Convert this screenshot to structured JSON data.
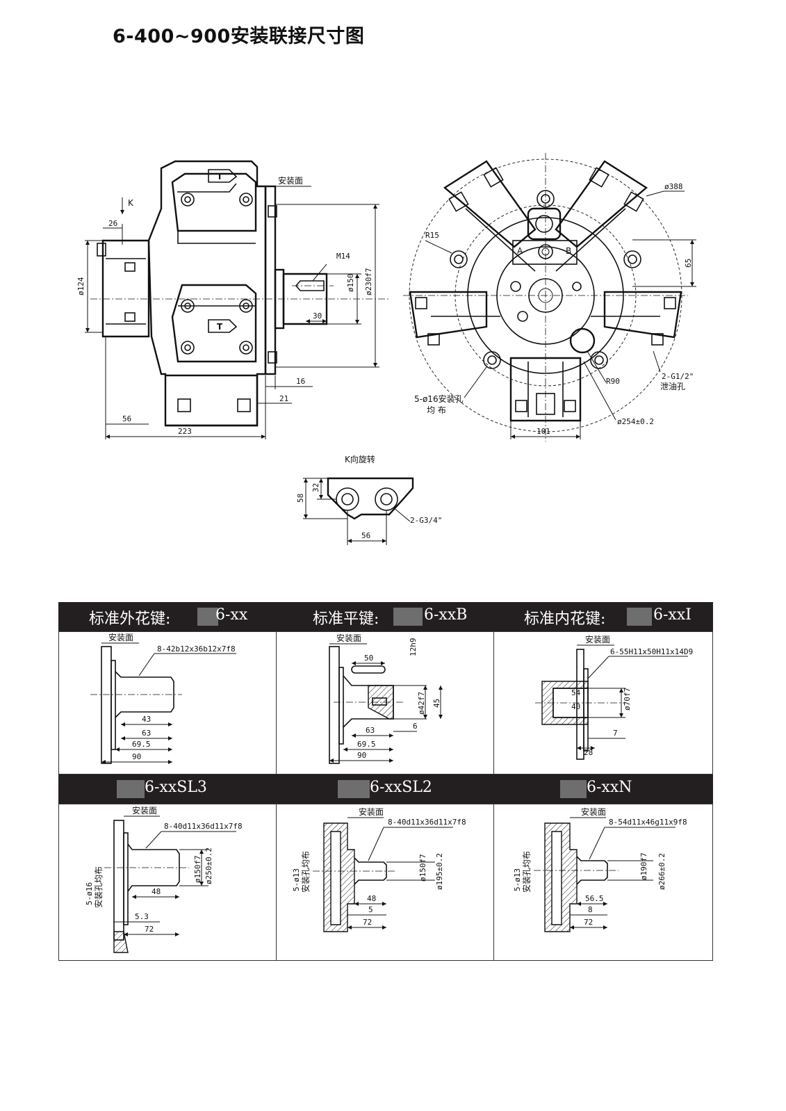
{
  "title": "6-400~900安装联接尺寸图",
  "side_view": {
    "view_arrow": "K",
    "mount_face": "安装面",
    "dims": {
      "d26": "26",
      "d124": "ø124",
      "m14": "M14",
      "d150": "ø150",
      "d230f7": "ø230f7",
      "d30": "30",
      "d16": "16",
      "d21": "21",
      "d56": "56",
      "d223": "223"
    }
  },
  "front_view": {
    "port_a": "A",
    "port_b": "B",
    "dims": {
      "d388": "ø388",
      "r15": "R15",
      "d65": "65",
      "r90": "R90",
      "drain": "2-G1/2\"",
      "drain_label": "泄油孔",
      "holes": "5-ø16安装孔",
      "holes_sub": "均  布",
      "d254": "ø254±0.2",
      "d101": "101"
    }
  },
  "k_view": {
    "title": "K向旋转",
    "dims": {
      "d58": "58",
      "d32": "32",
      "port": "2-G3/4\"",
      "d56": "56"
    }
  },
  "table": {
    "headers": [
      {
        "label": "标准外花键:",
        "code": "6-xx"
      },
      {
        "label": "标准平键:",
        "code": "6-xxB"
      },
      {
        "label": "标准内花键:",
        "code": "6-xxI"
      },
      {
        "label": "",
        "code": "6-xxSL3"
      },
      {
        "label": "",
        "code": "6-xxSL2"
      },
      {
        "label": "",
        "code": "6-xxN"
      }
    ],
    "cells": [
      {
        "mount": "安装面",
        "spec": "8-42b12x36b12x7f8",
        "dims": [
          "43",
          "63",
          "69.5",
          "90"
        ]
      },
      {
        "mount": "安装面",
        "spec": "12h9",
        "dims": [
          "50",
          "ø42f7",
          "45",
          "63",
          "6",
          "69.5",
          "90"
        ]
      },
      {
        "mount": "安装面",
        "spec": "6-55H11x50H11x14D9",
        "dims": [
          "54",
          "40",
          "ø70f7",
          "7",
          "28"
        ]
      },
      {
        "mount": "安装面",
        "spec": "8-40d11x36d11x7f8",
        "dims": [
          "5-ø16",
          "安装孔均布",
          "ø150f7",
          "ø250±0.2",
          "48",
          "5.3",
          "72"
        ]
      },
      {
        "mount": "安装面",
        "spec": "8-40d11x36d11x7f8",
        "dims": [
          "5-ø13",
          "安装孔均布",
          "ø150f7",
          "ø195±0.2",
          "48",
          "5",
          "72"
        ]
      },
      {
        "mount": "安装面",
        "spec": "8-54d11x46g11x9f8",
        "dims": [
          "5-ø13",
          "安装孔均布",
          "ø190f7",
          "ø266±0.2",
          "56.5",
          "8",
          "72"
        ]
      }
    ]
  }
}
